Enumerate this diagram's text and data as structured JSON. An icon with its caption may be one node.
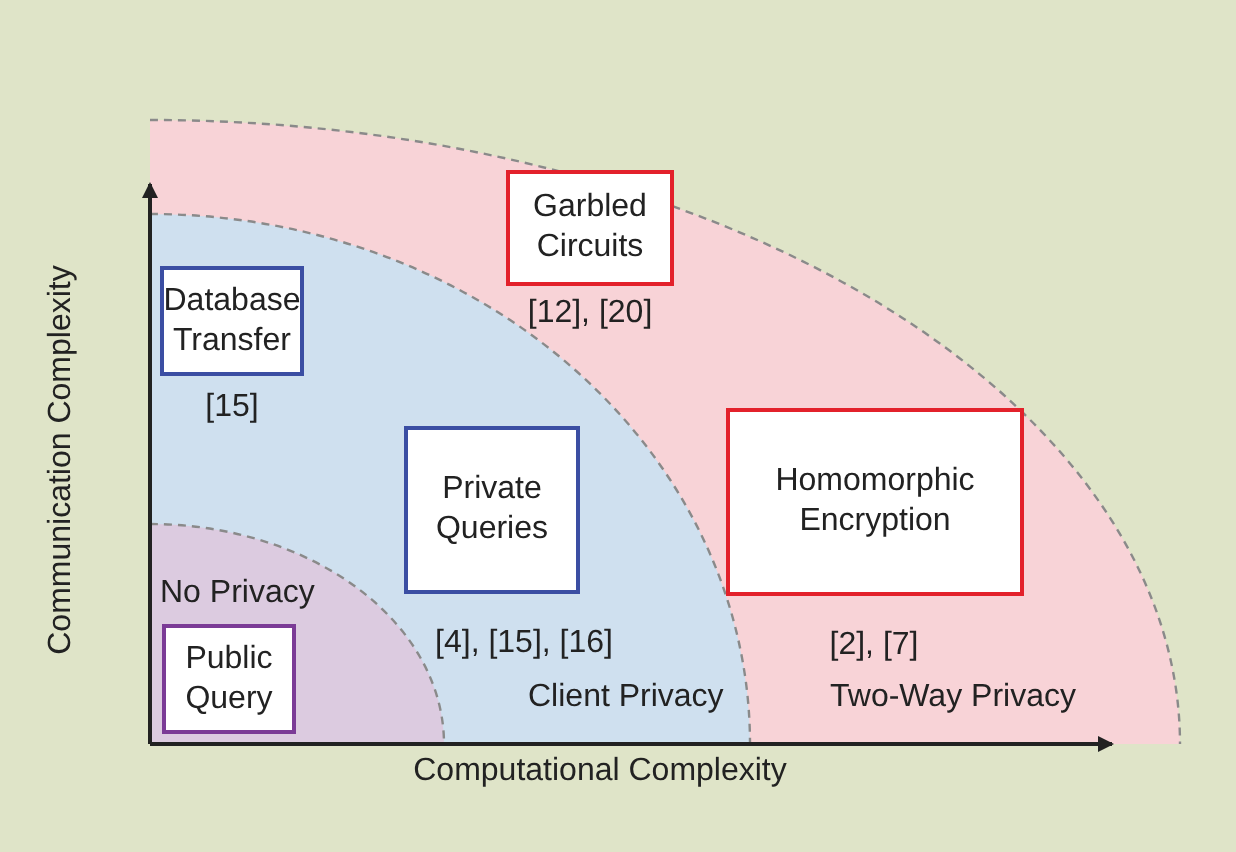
{
  "diagram": {
    "nodes": [
      {
        "text": [
          "Two-Way Privacy"
        ]
      },
      {
        "text": [
          "Client Privacy"
        ],
        "in": 0
      },
      {
        "text": [
          "No Privacy"
        ],
        "in": 1
      },
      {
        "text": [
          "Garbled Circuits"
        ],
        "beside": [
          "[12], [20]"
        ],
        "in": 0
      },
      {
        "text": [
          "Database Transfer"
        ],
        "beside": [
          "[15]"
        ],
        "in": 1
      },
      {
        "text": [
          "Private Queries"
        ],
        "beside": [
          "[4], [15], [16]"
        ],
        "in": 1
      },
      {
        "text": [
          "Homomorphic Encryption"
        ],
        "beside": [
          "[2], [7]"
        ],
        "in": 0
      },
      {
        "text": [
          "Public Query"
        ],
        "in": 2
      }
    ],
    "edges": [],
    "labels": [
      "Communication Complexity",
      "Computational Complexity"
    ]
  }
}
